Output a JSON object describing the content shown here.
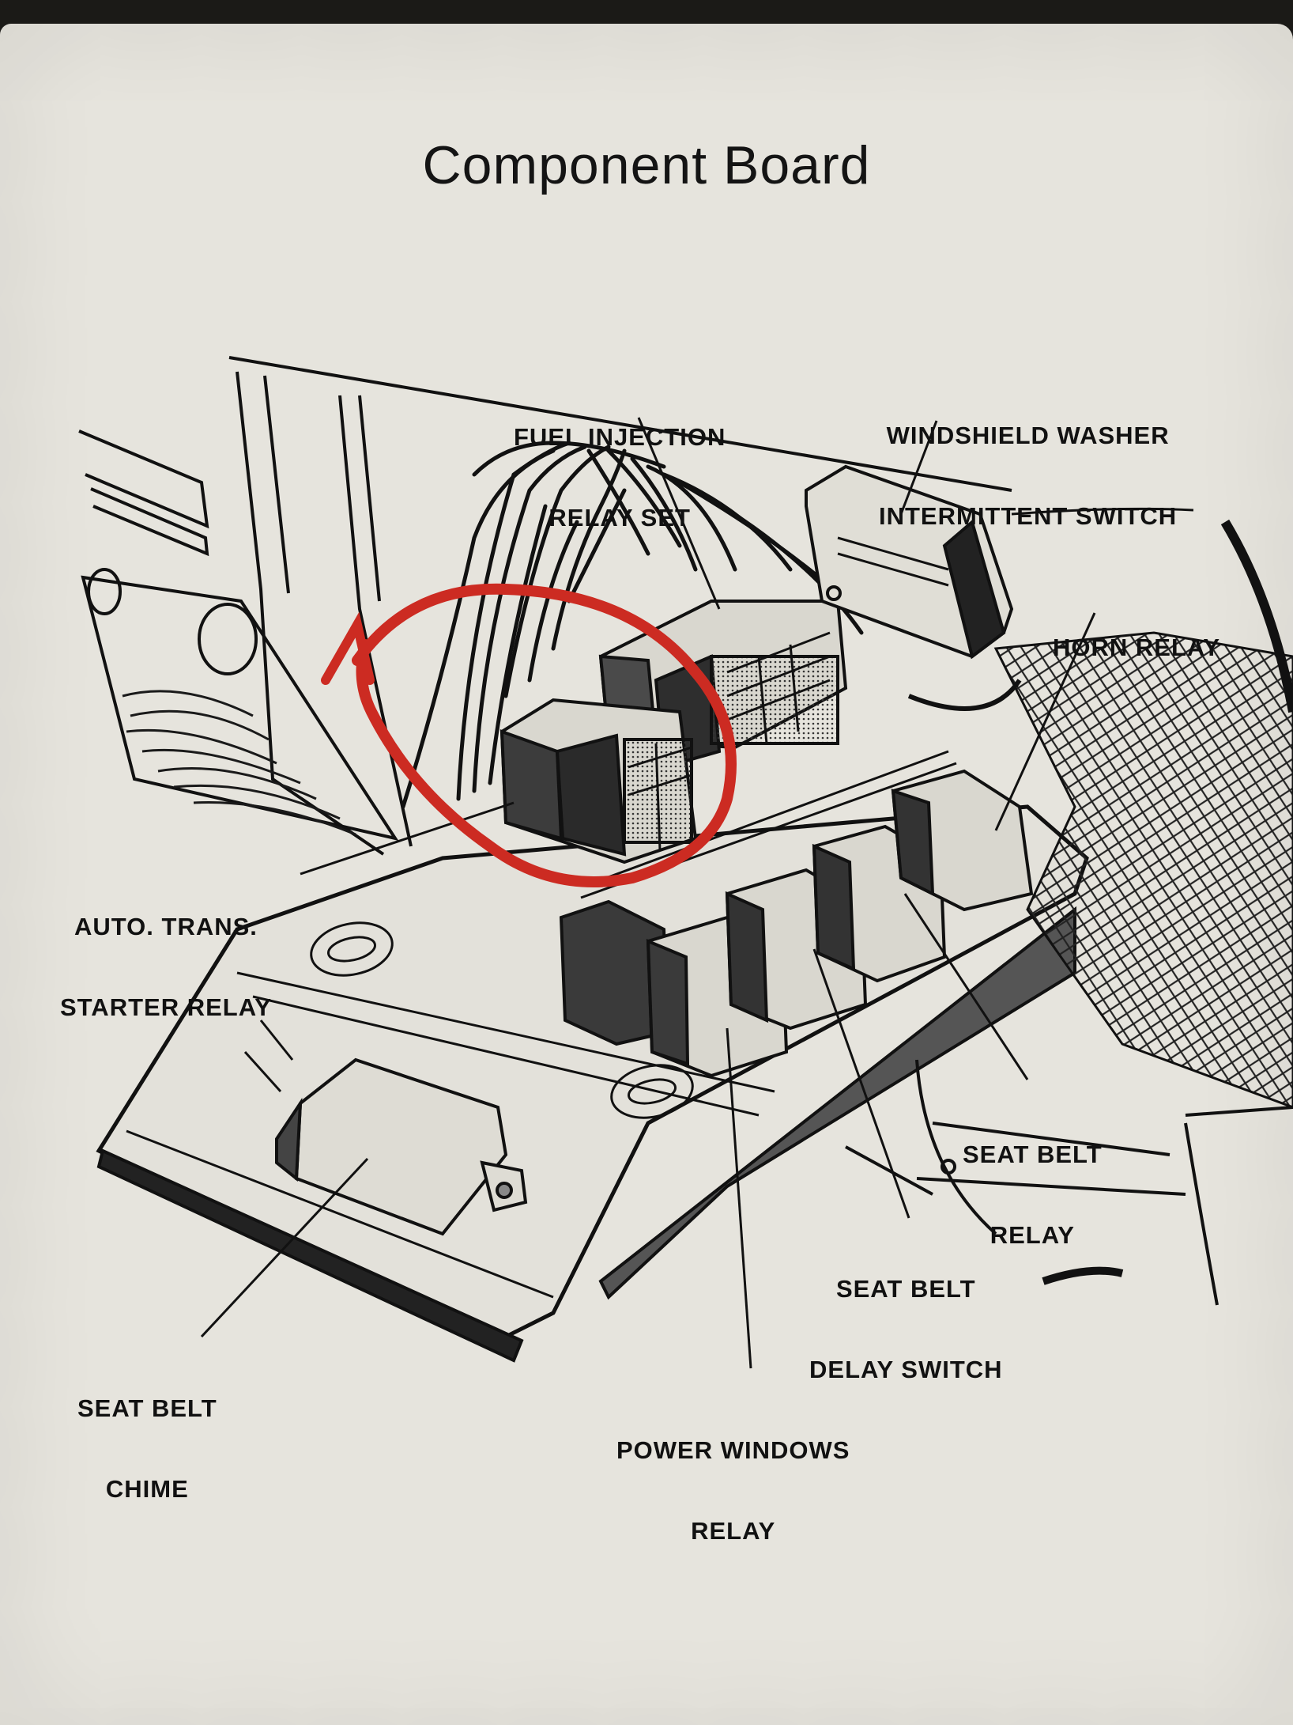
{
  "title": "Component Board",
  "annotation_color": "#cc2b22",
  "labels": {
    "fuel_injection": [
      "FUEL INJECTION",
      "RELAY SET"
    ],
    "windshield": [
      "WINDSHIELD WASHER",
      "INTERMITTENT SWITCH"
    ],
    "horn": [
      "HORN RELAY"
    ],
    "auto_trans": [
      "AUTO. TRANS.",
      "STARTER RELAY"
    ],
    "seat_belt_relay": [
      "SEAT BELT",
      "RELAY"
    ],
    "seat_belt_delay": [
      "SEAT BELT",
      "DELAY SWITCH"
    ],
    "seat_belt_chime": [
      "SEAT BELT",
      "CHIME"
    ],
    "power_windows": [
      "POWER WINDOWS",
      "RELAY"
    ]
  }
}
